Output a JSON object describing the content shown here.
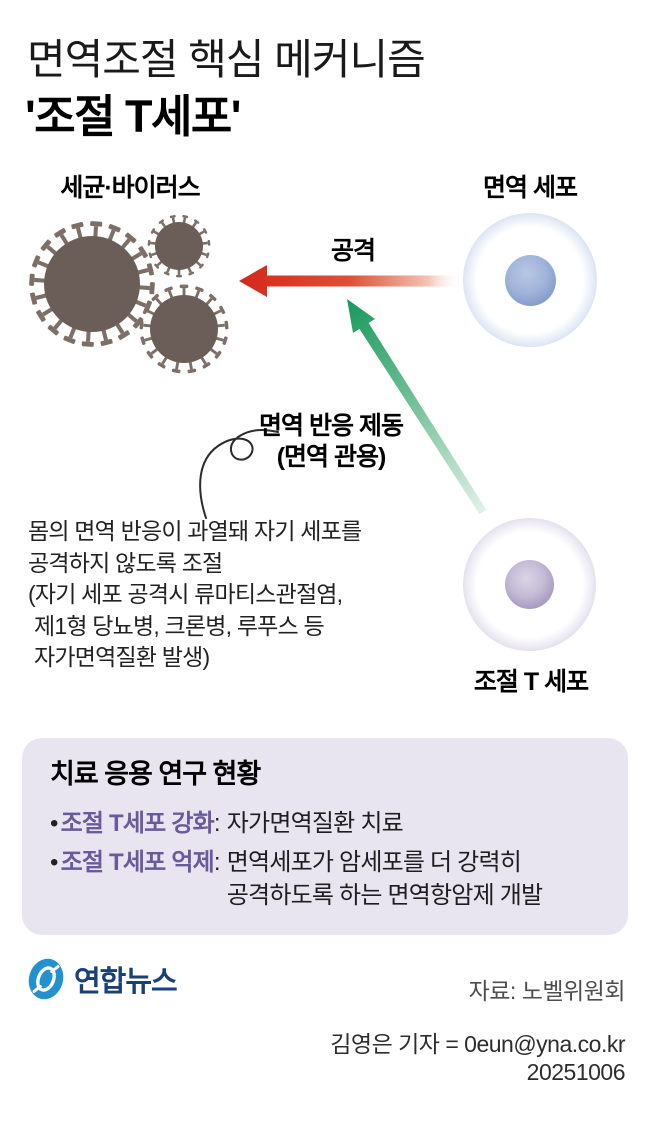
{
  "title": {
    "line1": "면역조절 핵심 메커니즘",
    "line2": "'조절 T세포'"
  },
  "diagram": {
    "virus_label": "세균·바이러스",
    "immune_cell_label": "면역 세포",
    "attack_label": "공격",
    "brake_label_line1": "면역 반응 제동",
    "brake_label_line2": "(면역 관용)",
    "treg_label": "조절 T 세포",
    "description_lines": [
      "몸의 면역 반응이 과열돼 자기 세포를",
      "공격하지 않도록 조절",
      "(자기 세포 공격시 류마티스관절염,",
      "제1형 당뇨병, 크론병, 루푸스 등",
      "자가면역질환 발생)"
    ]
  },
  "treatment_box": {
    "title": "치료 응용 연구 현황",
    "bullets": [
      {
        "dot": "•",
        "term": "조절 T세포 강화",
        "colon": ":",
        "lines": [
          "자가면역질환 치료"
        ]
      },
      {
        "dot": "•",
        "term": "조절 T세포 억제",
        "colon": ":",
        "lines": [
          "면역세포가 암세포를 더 강력히",
          "공격하도록 하는 면역항암제 개발"
        ]
      }
    ]
  },
  "footer": {
    "logo_text": "연합뉴스",
    "source": "자료: 노벨위원회",
    "credit": "김영은 기자 = 0eun@yna.co.kr",
    "date": "20251006"
  },
  "colors": {
    "virus_body": "#6b5e58",
    "virus_spike": "#7c6f68",
    "red_arrow": "#d5271c",
    "red_arrow_mid": "#dd5136",
    "green_arrow": "#18995c",
    "green_arrow_tail": "#e2f1e8",
    "purple_text": "#6a5a9b",
    "box_bg": "#e8e5f1",
    "logo_blue": "#2191d0",
    "logo_navy": "#1a4076"
  }
}
